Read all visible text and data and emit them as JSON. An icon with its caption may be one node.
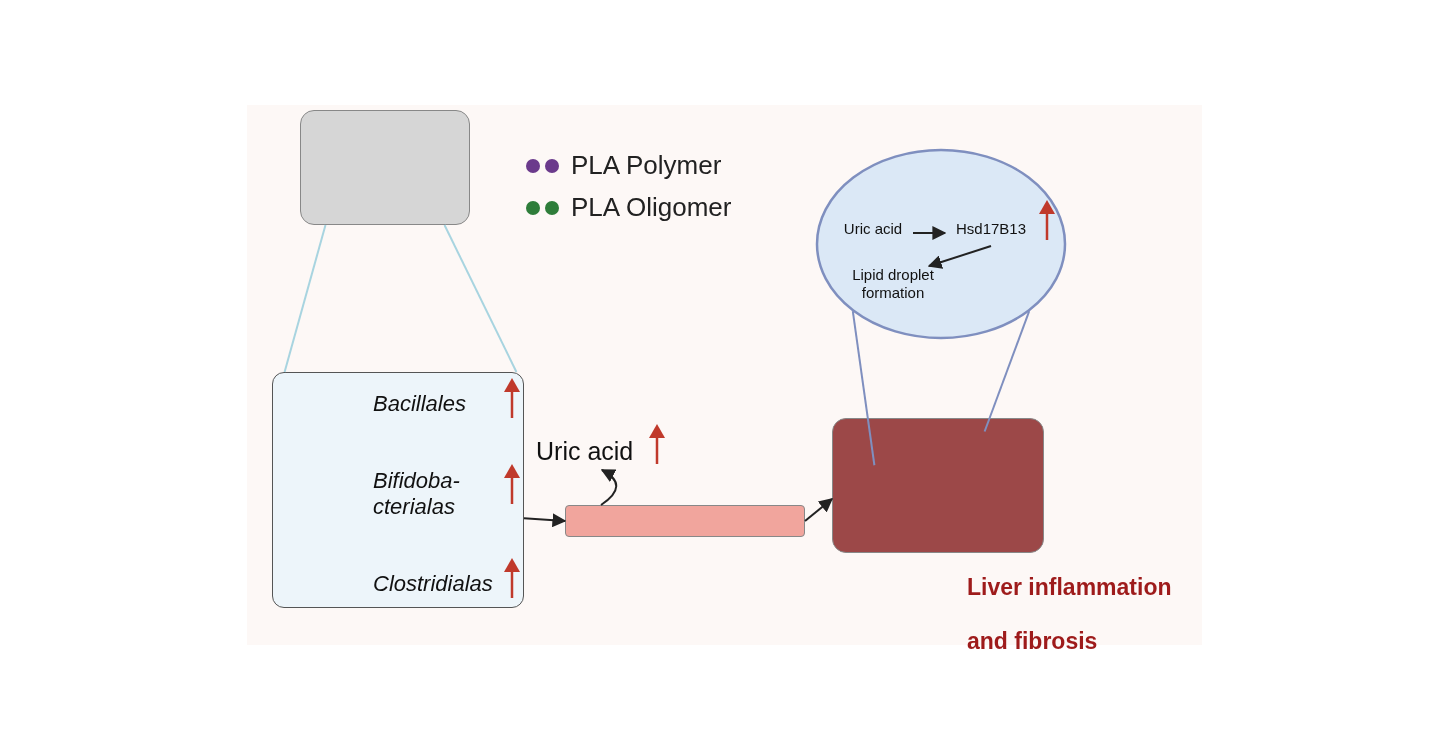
{
  "diagram": {
    "nodes": [
      {
        "text": [],
        "shape": "box"
      },
      {
        "text": [
          "Bacillales",
          "Bifidoba- cterialas",
          "Clostridialas"
        ]
      },
      {
        "text": [],
        "shape": "bar"
      },
      {
        "text": [
          "Uric acid"
        ]
      },
      {
        "text": [],
        "shape": "box",
        "beside": [
          "Liver inflammation and fibrosis"
        ]
      },
      {
        "text": [],
        "shape": "circle"
      },
      {
        "text": [
          "Uric acid"
        ],
        "in": 5
      },
      {
        "text": [
          "Hsd17B13"
        ],
        "in": 5
      },
      {
        "text": [
          "Lipid droplet formation"
        ],
        "in": 5
      }
    ],
    "edges": [
      {
        "from": 0,
        "to": 1,
        "arrow": "none",
        "color": "#a8d4e0"
      },
      {
        "from": 0,
        "to": 1,
        "arrow": "none",
        "color": "#a8d4e0"
      },
      {
        "from": 1,
        "to": 2,
        "arrow": "to"
      },
      {
        "from": 2,
        "to": 3,
        "arrow": "to"
      },
      {
        "from": 2,
        "to": 4,
        "arrow": "to"
      },
      {
        "from": 4,
        "to": 5,
        "arrow": "none",
        "color": "#7f8fbf"
      },
      {
        "from": 4,
        "to": 5,
        "arrow": "none",
        "color": "#7f8fbf"
      },
      {
        "from": 6,
        "to": 7,
        "arrow": "to"
      },
      {
        "from": 7,
        "to": 8,
        "arrow": "to"
      }
    ],
    "legend": [
      {
        "text": "PLA Polymer",
        "color": "#6b3a8c"
      },
      {
        "text": "PLA Oligomer",
        "color": "#2e7d3a"
      }
    ]
  }
}
